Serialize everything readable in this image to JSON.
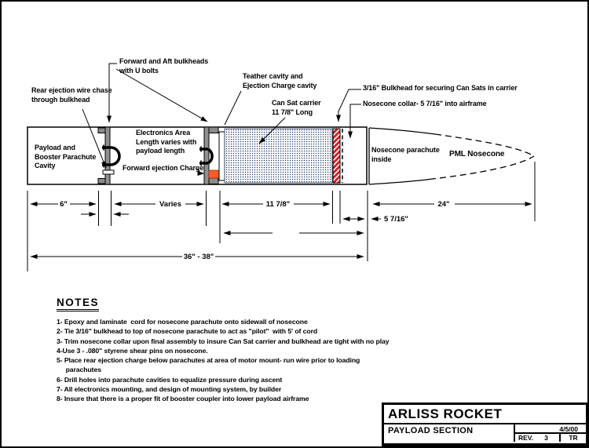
{
  "drawing": {
    "labels": {
      "rear_wire": "Rear ejection wire chase\nthrough bulkhead",
      "fwd_aft": "Forward and Aft bulkheads\nwith U bolts",
      "teather": "Teather cavity and\nEjection Charge cavity",
      "cansat": "Can Sat carrier\n11 7/8\" Long",
      "b316": "3/16\" Bulkhead for securing Can Sats in carrier",
      "collar": "Nosecone collar- 5 7/16\" into airframe",
      "payload_cavity": "Payload and\nBooster Parachute\nCavity",
      "electronics": "Electronics Area\nLength varies with\npayload length",
      "fwd_charge": "Forward ejection Charge",
      "nose_chute": "Nosecone parachute\ninside",
      "pml": "PML Nosecone"
    },
    "dimensions": {
      "d6": "6\"",
      "varies": "Varies",
      "d11_78": "11 7/8\"",
      "d5_716": "5 7/16\"",
      "d24": "24\"",
      "total": "36\" - 38\""
    },
    "colors": {
      "carrier_dot": "#223a66",
      "bulkhead_gray": "#909090",
      "charge_orange": "#ff5a26",
      "hatch_red": "#cc2222"
    }
  },
  "notes": {
    "heading": "NOTES",
    "lines": [
      "1- Epoxy and laminate  cord for nosecone parachute onto sidewall of nosecone",
      "2- Tie 3/16\" bulkhead to top of nosecone parachute to act as \"pilot\"  with 5' of cord",
      "3- Trim nosecone collar upon final assembly to insure Can Sat carrier and bulkhead are tight with no play",
      "4-Use 3 - .080\" styrene shear pins on nosecone.",
      "5- Place rear ejection charge below parachutes at area of motor mount- run wire prior to loading",
      "     parachutes",
      "6- Drill holes into parachute cavities to equalize pressure during ascent",
      "7- All electronics mounting, and design of mounting system, by builder",
      "8- Insure that there is a proper fit of booster coupler into lower payload airframe"
    ]
  },
  "title_block": {
    "title": "ARLISS ROCKET",
    "subtitle": "PAYLOAD SECTION",
    "date": "4/5/00",
    "rev_label": "REV.",
    "rev": "3",
    "initials": "TR"
  }
}
